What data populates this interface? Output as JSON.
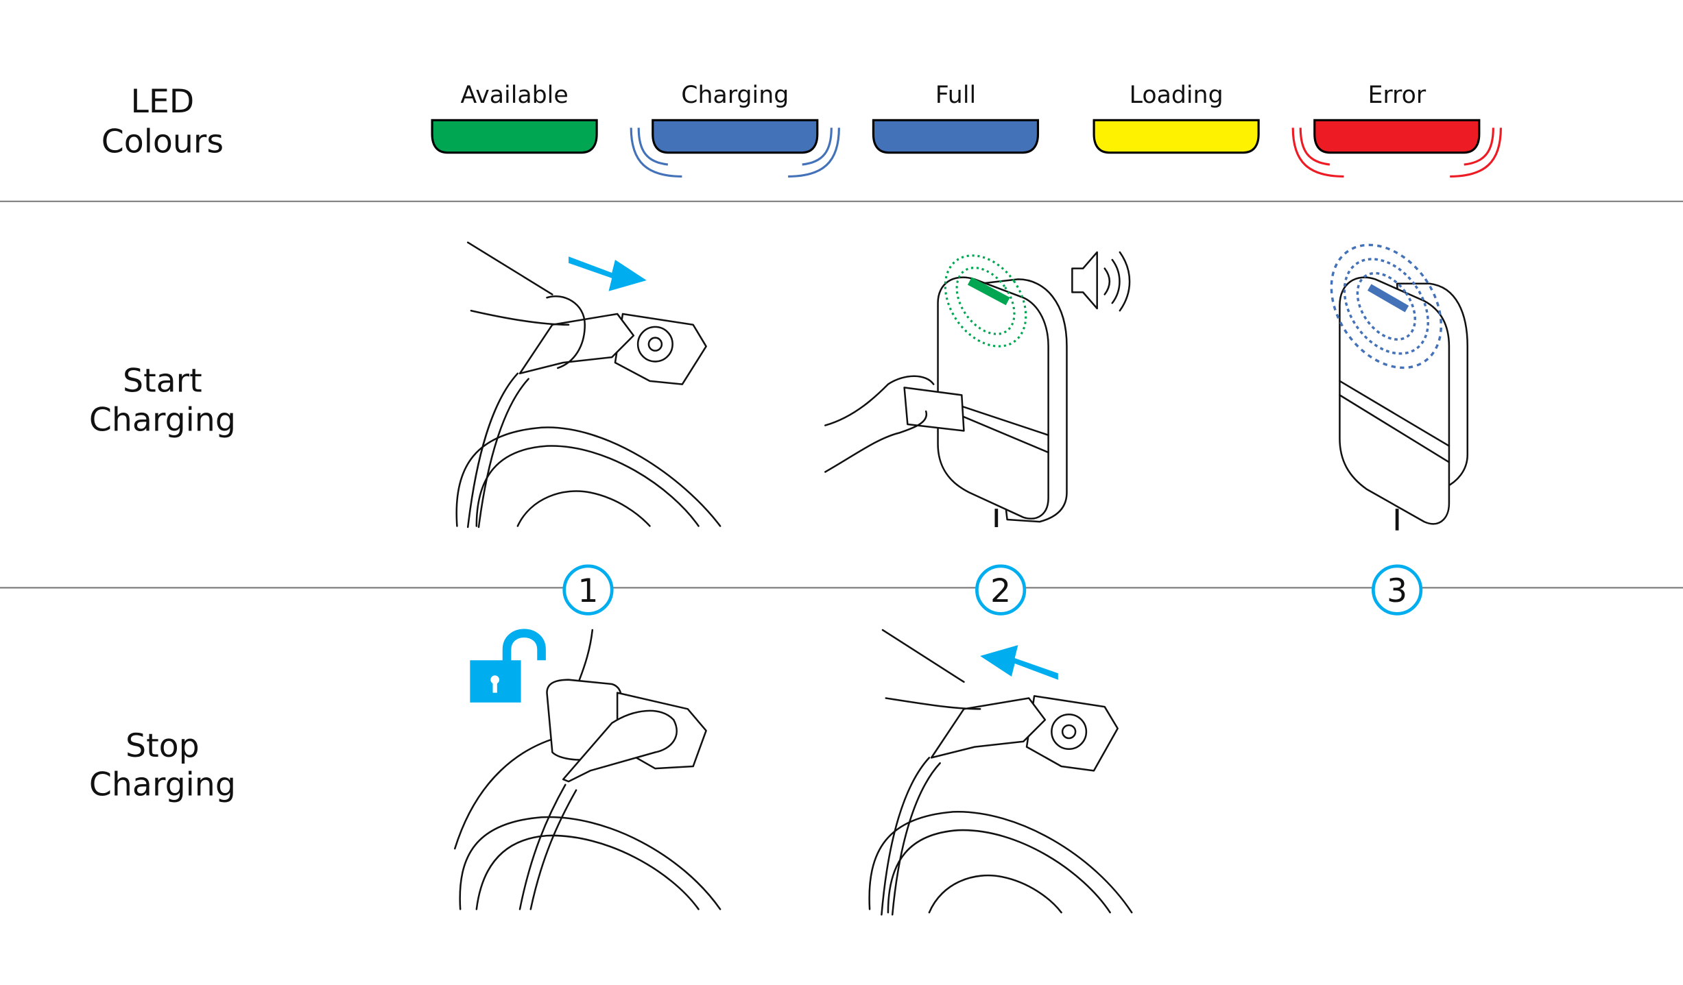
{
  "rows": {
    "led": {
      "line1": "LED",
      "line2": "Colours"
    },
    "start": {
      "line1": "Start",
      "line2": "Charging"
    },
    "stop": {
      "line1": "Stop",
      "line2": "Charging"
    }
  },
  "led_states": [
    {
      "label": "Available",
      "color": "#00a651",
      "pulsing": false
    },
    {
      "label": "Charging",
      "color": "#4472b8",
      "pulsing": true
    },
    {
      "label": "Full",
      "color": "#4472b8",
      "pulsing": false
    },
    {
      "label": "Loading",
      "color": "#fff200",
      "pulsing": false
    },
    {
      "label": "Error",
      "color": "#ed1c24",
      "pulsing": true
    }
  ],
  "steps": [
    "1",
    "2",
    "3"
  ],
  "accent": "#00aeef",
  "divider_color": "#777777"
}
